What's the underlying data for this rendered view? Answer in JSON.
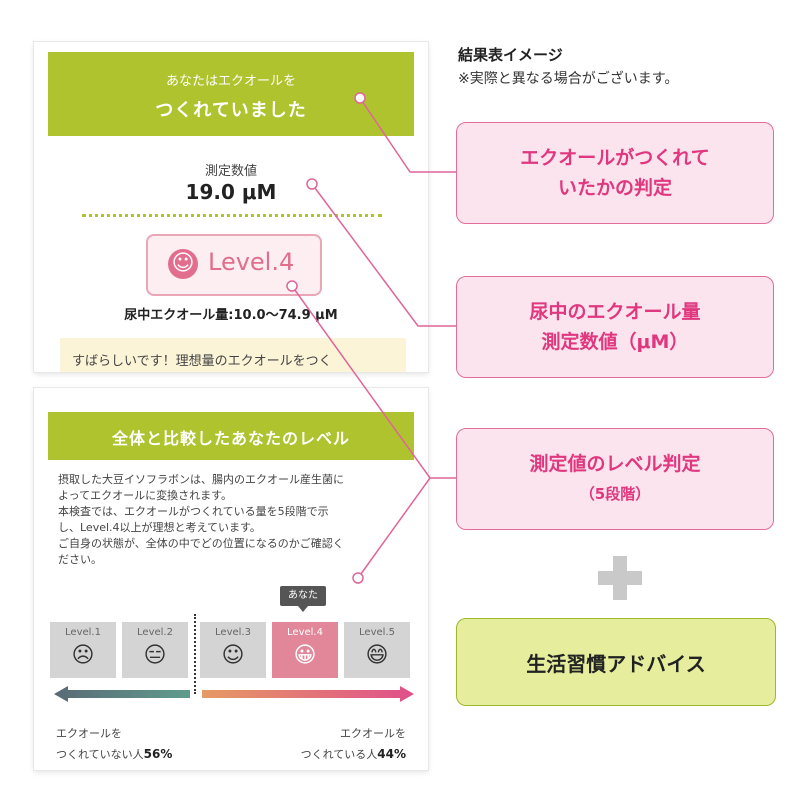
{
  "heading": {
    "title": "結果表イメージ",
    "note": "※実際と異なる場合がございます。"
  },
  "top_card": {
    "banner_sub": "あなたはエクオールを",
    "banner_main": "つくれていました",
    "measure_label": "測定数値",
    "measure_value": "19.0 μM",
    "level_face": "☺",
    "level_text": "Level.4",
    "range_text": "尿中エクオール量:10.0〜74.9 μM",
    "comment": "すばらしいです！理想量のエクオールをつく"
  },
  "bottom_card": {
    "banner": "全体と比較したあなたのレベル",
    "description": [
      "摂取した大豆イソフラボンは、腸内のエクオール産生菌に",
      "よってエクオールに変換されます。",
      "本検査では、エクオールがつくれている量を5段階で示",
      "し、Level.4以上が理想と考えています。",
      "ご自身の状態が、全体の中でどの位置になるのかご確認く",
      "ださい。"
    ],
    "you_tag": "あなた",
    "levels": [
      {
        "label": "Level.1",
        "face": "☹"
      },
      {
        "label": "Level.2",
        "face": "😑"
      },
      {
        "label": "Level.3",
        "face": "☺"
      },
      {
        "label": "Level.4",
        "face": "😀"
      },
      {
        "label": "Level.5",
        "face": "😄"
      }
    ],
    "active_level_index": 3,
    "left_foot": {
      "line1": "エクオールを",
      "line2": "つくれていない人",
      "percent": "56%"
    },
    "right_foot": {
      "line1": "エクオールを",
      "line2": "つくれている人",
      "percent": "44%"
    }
  },
  "callouts": {
    "judgement": [
      "エクオールがつくれて",
      "いたかの判定"
    ],
    "amount": [
      "尿中のエクオール量",
      "測定数値（μM）"
    ],
    "level": [
      "測定値のレベル判定",
      "（5段階）"
    ]
  },
  "advice": "生活習慣アドバイス",
  "colors": {
    "green": "#aec32e",
    "pink": "#e0377f",
    "pink_bg": "#fbe4ee",
    "advice_bg": "#e6ee9e",
    "active_level": "#e2879a"
  }
}
